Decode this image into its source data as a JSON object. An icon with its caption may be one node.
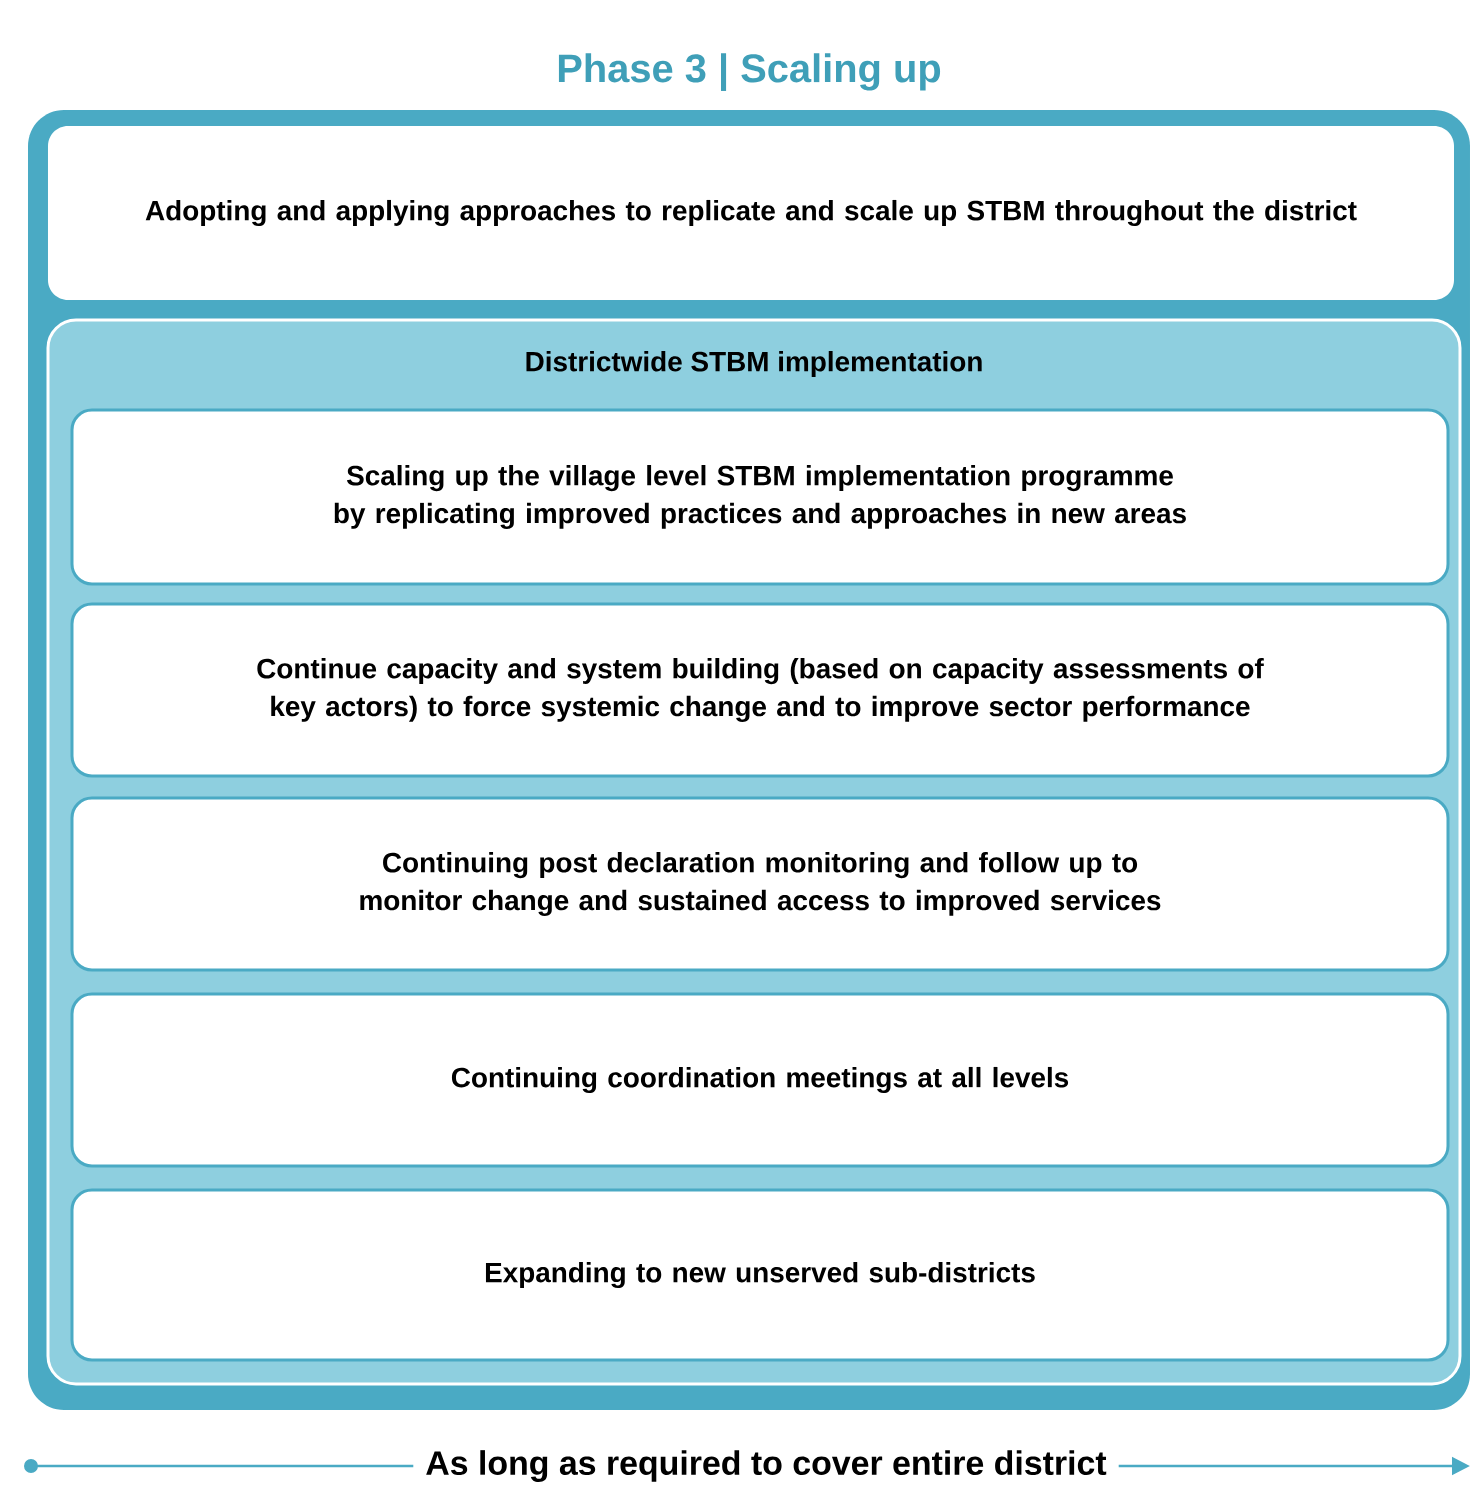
{
  "diagram": {
    "nodes": [
      {
        "text": [
          "Phase 3 | Scaling up"
        ]
      },
      {
        "text": [
          "Adopting and applying approaches to replicate and scale up STBM throughout the district"
        ],
        "in": 0
      },
      {
        "text": [
          "Districtwide STBM implementation"
        ],
        "in": 0
      },
      {
        "text": [
          "Scaling up the village level STBM implementation programme by replicating improved practices and approaches in new areas"
        ],
        "in": 2
      },
      {
        "text": [
          "Continue capacity and system building (based on capacity assessments of key actors) to force systemic change and to improve sector performance"
        ],
        "in": 2
      },
      {
        "text": [
          "Continuing post declaration monitoring and follow up to monitor change and sustained access to improved services"
        ],
        "in": 2
      },
      {
        "text": [
          "Continuing coordination meetings at all levels"
        ],
        "in": 2
      },
      {
        "text": [
          "Expanding to new unserved sub-districts"
        ],
        "in": 2
      }
    ],
    "labels": [
      "As long as required to cover entire district"
    ]
  }
}
